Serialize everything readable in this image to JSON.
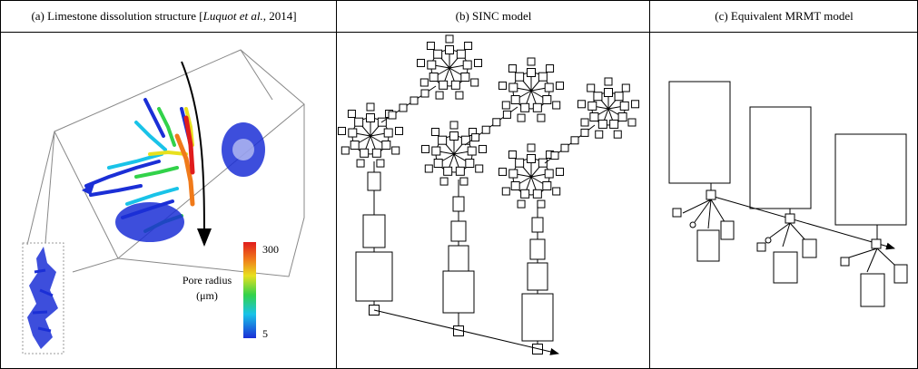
{
  "panels": {
    "a": {
      "title_prefix": "(a) Limestone dissolution structure [",
      "title_author": "Luquot et al.",
      "title_suffix": ", 2014]",
      "colorbar": {
        "max_label": "300",
        "min_label": "5",
        "title_line1": "Pore radius",
        "title_line2": "(μm)"
      }
    },
    "b": {
      "title": "(b) SINC model"
    },
    "c": {
      "title": "(c) Equivalent MRMT model"
    }
  },
  "colors": {
    "border": "#000000",
    "pore_blue": "#1b2fd6",
    "colorbar_stops": [
      "#1b2fd6",
      "#19c3e8",
      "#32d24a",
      "#e8e01e",
      "#f07a1a",
      "#e01c1c"
    ]
  }
}
